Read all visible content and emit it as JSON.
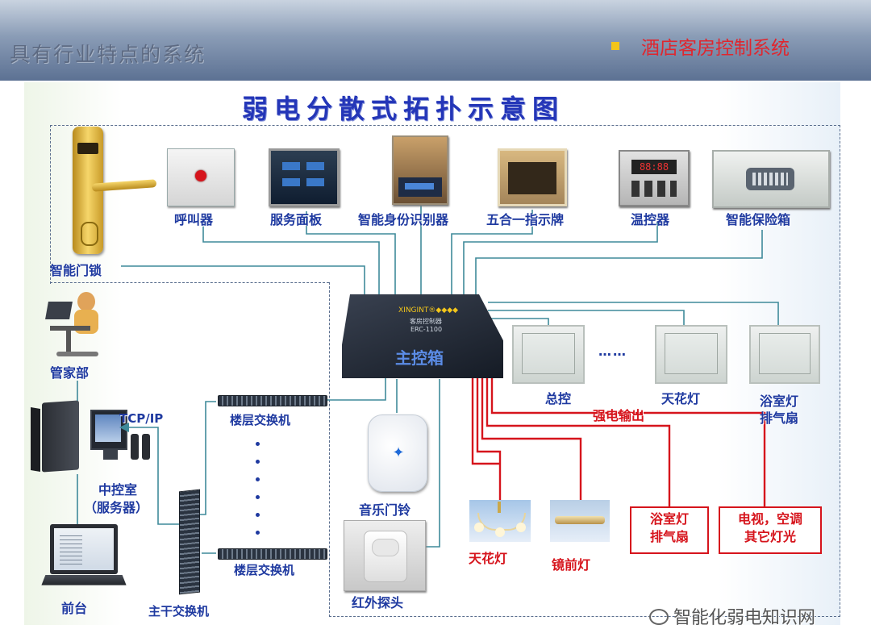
{
  "header": {
    "left_title": "具有行业特点的系统",
    "right_title": "酒店客房控制系统"
  },
  "diagram": {
    "title": "弱电分散式拓扑示意图",
    "top_devices": {
      "door_lock": "智能门锁",
      "call_button": "呼叫器",
      "service_panel": "服务面板",
      "id_reader": "智能身份识别器",
      "indicator": "五合一指示牌",
      "thermostat": "温控器",
      "safe": "智能保险箱"
    },
    "host": {
      "label": "主控箱",
      "brand": "XINGINT®◆◆◆◆",
      "model_line1": "客房控制器",
      "model_line2": "ERC-1100"
    },
    "right_devices": {
      "master_switch": "总控",
      "ellipsis": "……",
      "ceiling_switch": "天花灯",
      "bath_switch_line1": "浴室灯",
      "bath_switch_line2": "排气扇"
    },
    "power_output": "强电输出",
    "left": {
      "butler": "管家部",
      "protocol": "TCP/IP",
      "control_room_line1": "中控室",
      "control_room_line2": "（服务器）",
      "front_desk": "前台",
      "floor_switch_top": "楼层交换机",
      "floor_switch_bottom": "楼层交换机",
      "trunk_switch": "主干交换机"
    },
    "bottom": {
      "doorbell": "音乐门铃",
      "pir": "红外探头",
      "ceiling_lamp": "天花灯",
      "mirror_lamp": "镜前灯",
      "bath_box_line1": "浴室灯",
      "bath_box_line2": "排气扇",
      "tv_box_line1": "电视，空调",
      "tv_box_line2": "其它灯光"
    }
  },
  "watermark": "智能化弱电知识网",
  "colors": {
    "label_blue": "#1f3aa0",
    "power_red": "#d6141c",
    "line_teal": "#3f8a9a",
    "header_red": "#e0262e"
  }
}
